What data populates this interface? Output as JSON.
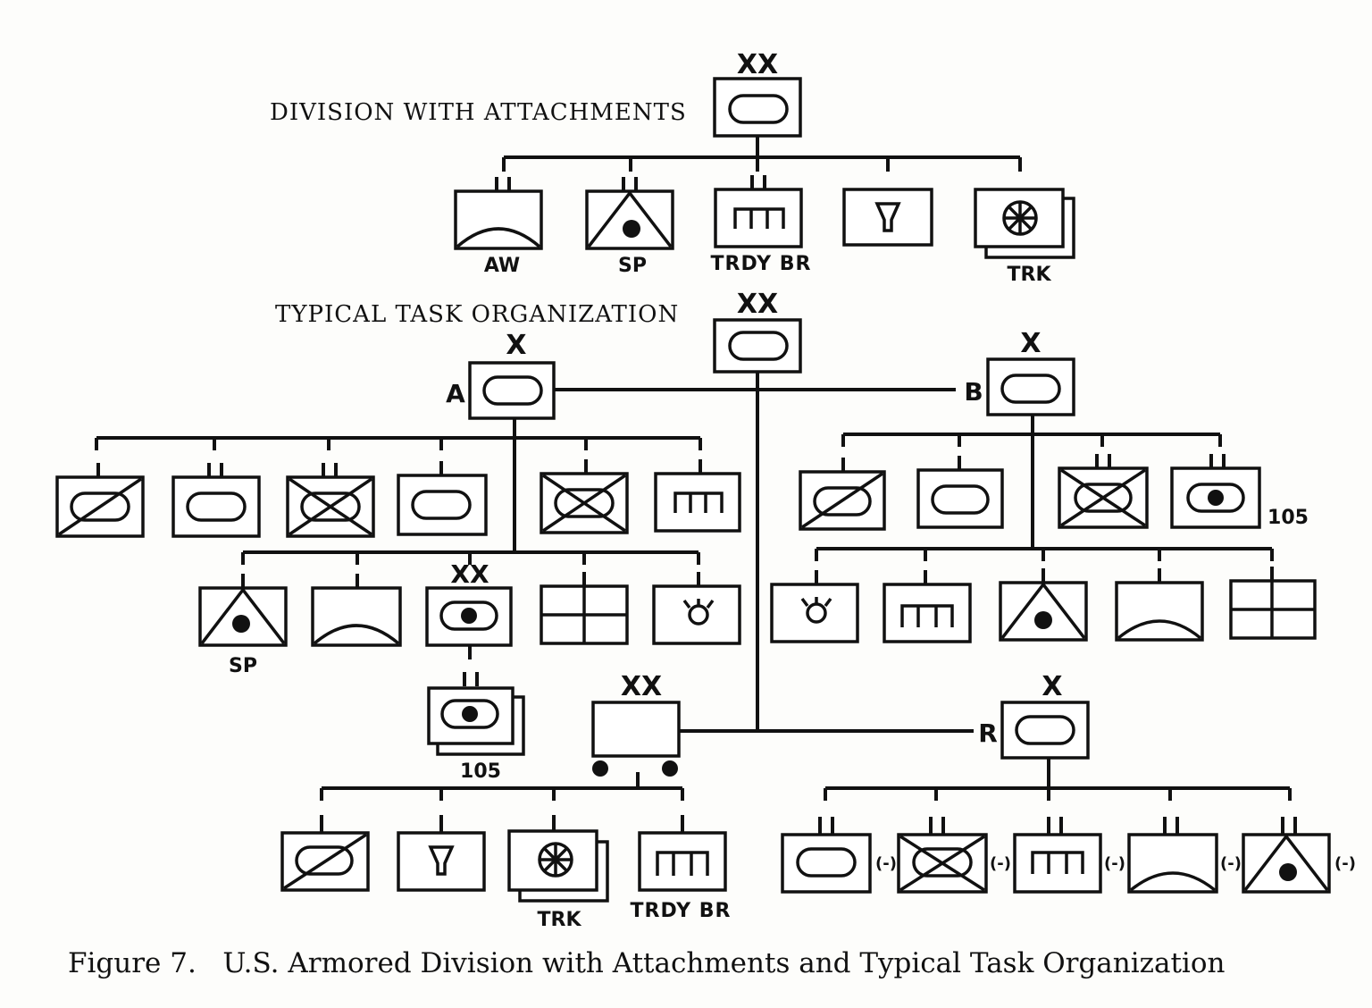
{
  "sections": {
    "attachments_title": "DIVISION WITH ATTACHMENTS",
    "task_org_title": "TYPICAL TASK ORGANIZATION"
  },
  "echelons": {
    "division": "XX",
    "brigade": "X"
  },
  "attachment_labels": {
    "aw": "AW",
    "sp": "SP",
    "trdy_br": "TRDY BR",
    "trk": "TRK"
  },
  "commands": {
    "a": "A",
    "b": "B",
    "r": "R"
  },
  "unit_labels": {
    "sp": "SP",
    "caliber_105": "105",
    "trk": "TRK",
    "trdy_br": "TRDY BR",
    "reduced": "(-)"
  },
  "caption": "Figure 7.   U.S. Armored Division with Attachments and Typical Task Organization"
}
